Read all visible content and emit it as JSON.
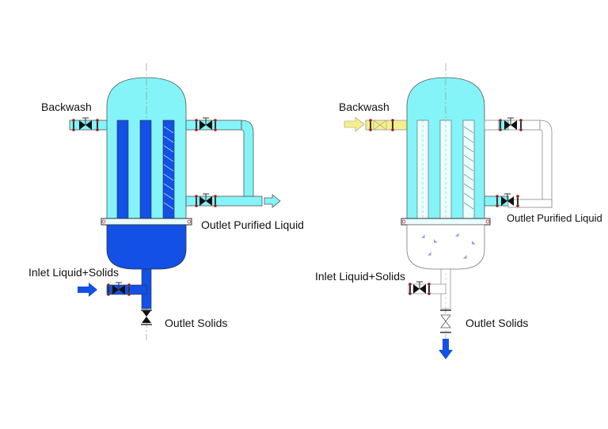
{
  "colors": {
    "shell_light": "#84f4f8",
    "solids_blue": "#1250e6",
    "pipe_cyan": "#84f4f8",
    "backwash_yellow": "#f5ef8a",
    "outline": "#555555",
    "valve_black": "#111111",
    "background": "#ffffff"
  },
  "left_diagram": {
    "backwash_label": "Backwash",
    "outlet_purified_label": "Outlet Purified Liquid",
    "inlet_label": "Inlet Liquid+Solids",
    "outlet_solids_label": "Outlet Solids"
  },
  "right_diagram": {
    "backwash_label": "Backwash",
    "outlet_purified_label": "Outlet Purified Liquid",
    "inlet_label": "Inlet Liquid+Solids",
    "outlet_solids_label": "Outlet Solids"
  },
  "icons": [
    "valve-icon",
    "flow-arrow-icon",
    "filter-element-icon",
    "flange-icon"
  ]
}
